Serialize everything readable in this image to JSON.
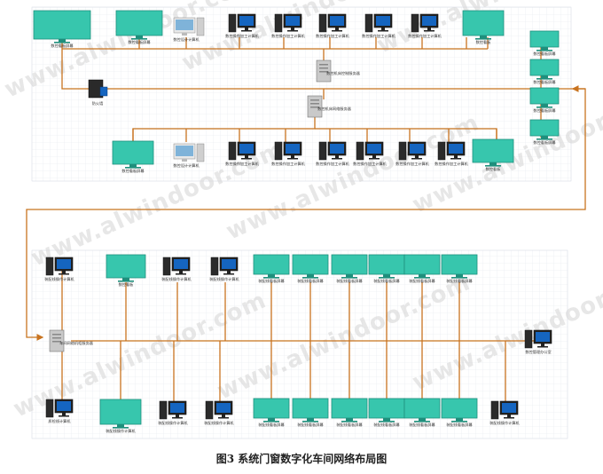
{
  "caption": "图3  系统门窗数字化车间网络布局图",
  "watermarks": [
    "www.alwindoor.com",
    "www.alwindoor.com",
    "www.alwindoor.com",
    "www.alwindoor.com",
    "www.alwindoor.com",
    "www.alwindoor.com",
    "www.alwindoor.com",
    "www.alwindoor.com",
    "www.alwindoor.com"
  ],
  "colors": {
    "screen": "#37c6ad",
    "screen_dark": "#1f8f7c",
    "cable": "#c8731f",
    "grid": "#e4e8ee",
    "monitor_screen": "#1565c0"
  },
  "labels": {
    "big_screen": "数控看板",
    "display_screen": "数控看板屏幕",
    "design_pc": "数控设计计算机",
    "work_pc": "数控操作加工计算机",
    "server_main": "数控机床控制服务器",
    "server_sub": "数控机床网络服务器",
    "firewall": "防火墙",
    "line_pc": "装配线操作计算机",
    "inspect_pc": "质检线计算机",
    "line_screen": "装配线看板屏幕",
    "office_pc": "数控管理办公室",
    "cabinet": "车间网络机柜服务器"
  }
}
